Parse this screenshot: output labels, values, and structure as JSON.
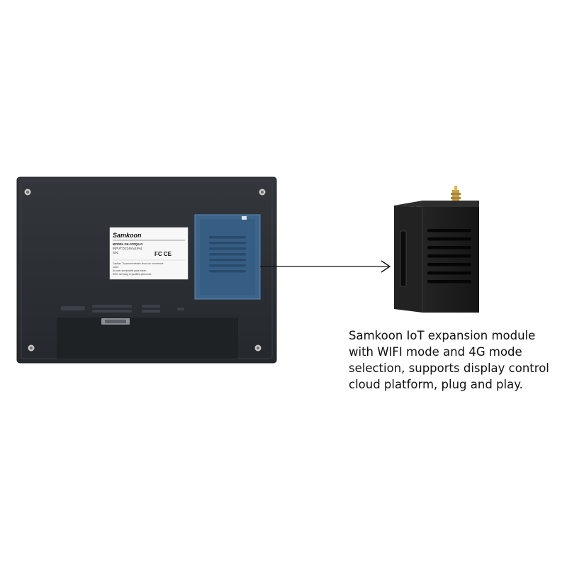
{
  "hmi_label": {
    "brand": "Samkoon",
    "model_line": "MODEL:SK-070QS-G",
    "input_line": "INPUT:DC24V(±15%)",
    "sn_line": "S/N:",
    "cert": "FC CE",
    "caution_lines": [
      "Caution: To prevent electric shock do not remove",
      "cover.",
      "No user serviceable parts inside.",
      "Refer servicing to qualified personnel."
    ]
  },
  "caption": {
    "lines": [
      "Samkoon IoT expansion module",
      "with WIFI mode and 4G mode",
      "selection, supports display control",
      "cloud platform, plug and play."
    ]
  },
  "colors": {
    "panel": "#2b2f34",
    "module_highlight": "#3f6d9a",
    "device": "#1b1b1b",
    "antenna": "#c5a048"
  }
}
